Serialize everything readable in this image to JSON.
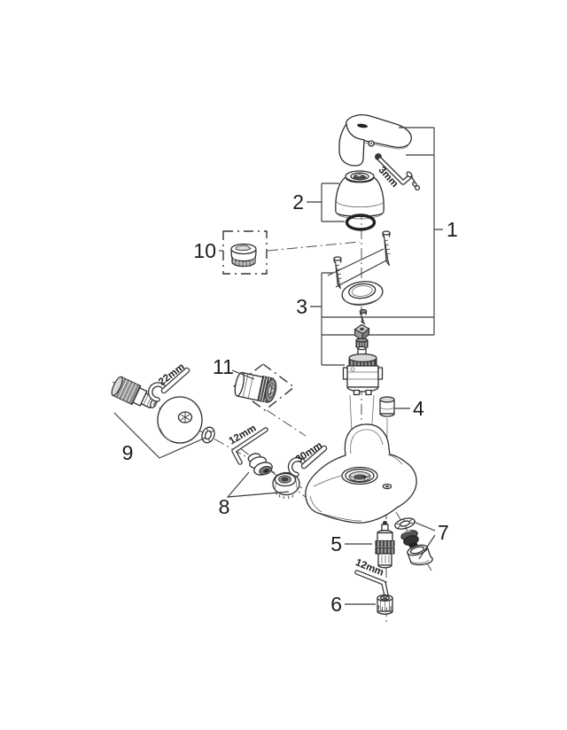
{
  "diagram_type": "exploded-parts-diagram",
  "callouts": {
    "c1": "1",
    "c2": "2",
    "c3": "3",
    "c4": "4",
    "c5": "5",
    "c6": "6",
    "c7": "7",
    "c8": "8",
    "c9": "9",
    "c10": "10",
    "c11": "11"
  },
  "dimensions": {
    "allen_key_top": "3mm",
    "wrench_left": "22mm",
    "allen_key_mid": "12mm",
    "wrench_mid": "30mm",
    "allen_key_bottom": "12mm"
  },
  "colors": {
    "line": "#2e2e2e",
    "label": "#1c1c1c",
    "bg": "#ffffff",
    "metal-dark": "#4a4a4a",
    "metal-mid": "#8f8f8f",
    "metal-light": "#d9d9d9"
  }
}
